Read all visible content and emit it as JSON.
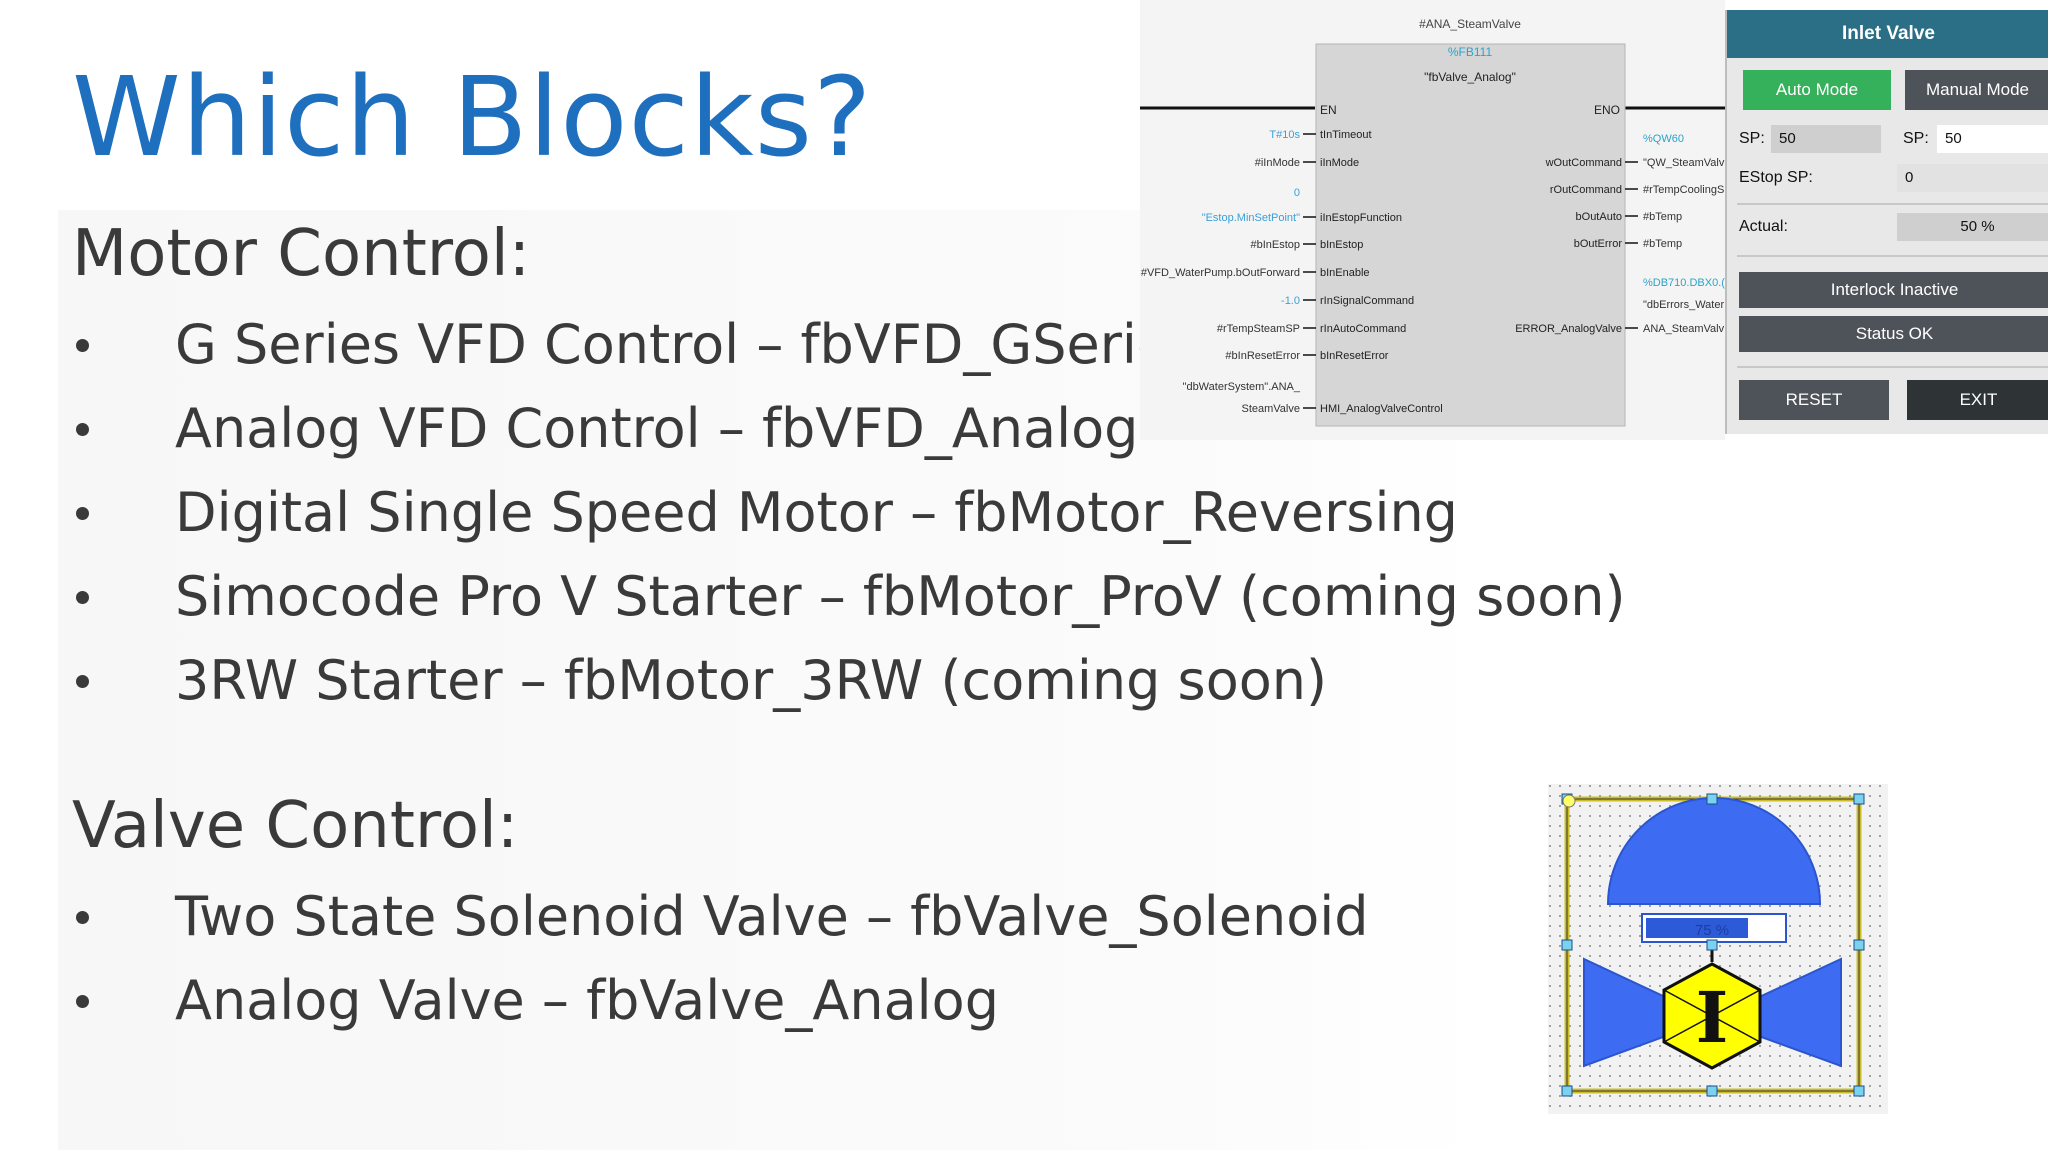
{
  "slide": {
    "title": "Which Blocks?",
    "sections": [
      {
        "heading": "Motor Control:",
        "items": [
          "G Series VFD Control – fbVFD_GSeries",
          "Analog VFD Control – fbVFD_Analog",
          "Digital Single Speed Motor – fbMotor_Reversing",
          "Simocode Pro V Starter – fbMotor_ProV (coming soon)",
          "3RW Starter – fbMotor_3RW (coming soon)"
        ]
      },
      {
        "heading": "Valve Control:",
        "items": [
          "Two State Solenoid Valve – fbValve_Solenoid",
          "Analog Valve – fbValve_Analog"
        ]
      }
    ]
  },
  "function_block": {
    "instance": "#ANA_SteamValve",
    "number": "%FB111",
    "name": "\"fbValve_Analog\"",
    "en": "EN",
    "eno": "ENO",
    "inputs": [
      {
        "value": "T#10s",
        "pin": "tInTimeout"
      },
      {
        "value": "#iInMode",
        "pin": "iInMode"
      },
      {
        "value": "0",
        "pin": ""
      },
      {
        "value": "\"Estop.MinSetPoint\"",
        "pin": "iInEstopFunction"
      },
      {
        "value": "#bInEstop",
        "pin": "bInEstop"
      },
      {
        "value": "#VFD_WaterPump.bOutForward",
        "pin": "bInEnable"
      },
      {
        "value": "-1.0",
        "pin": "rInSignalCommand"
      },
      {
        "value": "#rTempSteamSP",
        "pin": "rInAutoCommand"
      },
      {
        "value": "#bInResetError",
        "pin": "bInResetError"
      },
      {
        "value": "\"dbWaterSystem\".ANA_",
        "pin": ""
      },
      {
        "value": "SteamValve",
        "pin": "HMI_AnalogValveControl"
      }
    ],
    "outputs": [
      {
        "pin": "",
        "value": "%QW60"
      },
      {
        "pin": "wOutCommand",
        "value": "\"QW_SteamValv"
      },
      {
        "pin": "rOutCommand",
        "value": "#rTempCoolingS"
      },
      {
        "pin": "bOutAuto",
        "value": "#bTemp"
      },
      {
        "pin": "bOutError",
        "value": "#bTemp"
      },
      {
        "pin": "",
        "value": "%DB710.DBX0.("
      },
      {
        "pin": "",
        "value": "\"dbErrors_Water"
      },
      {
        "pin": "ERROR_AnalogValve",
        "value": "ANA_SteamValv"
      }
    ]
  },
  "hmi": {
    "title": "Inlet Valve",
    "auto_mode": "Auto Mode",
    "manual_mode": "Manual Mode",
    "sp_label_left": "SP:",
    "sp_value_left": "50",
    "sp_label_right": "SP:",
    "sp_value_right": "50",
    "estop_label": "EStop SP:",
    "estop_value": "0",
    "actual_label": "Actual:",
    "actual_value": "50 %",
    "interlock": "Interlock Inactive",
    "status": "Status OK",
    "reset": "RESET",
    "exit": "EXIT",
    "colors": {
      "title_bar": "#2a6f86",
      "auto_active": "#34b15a",
      "dark_button": "#4e5359",
      "exit_button": "#2e3336"
    }
  },
  "valve_graphic": {
    "percent_label": "75 %",
    "fill_level": 0.75,
    "symbol": "I",
    "colors": {
      "body": "#3d6cf2",
      "hex": "#ffff00",
      "outline": "#111111"
    }
  }
}
